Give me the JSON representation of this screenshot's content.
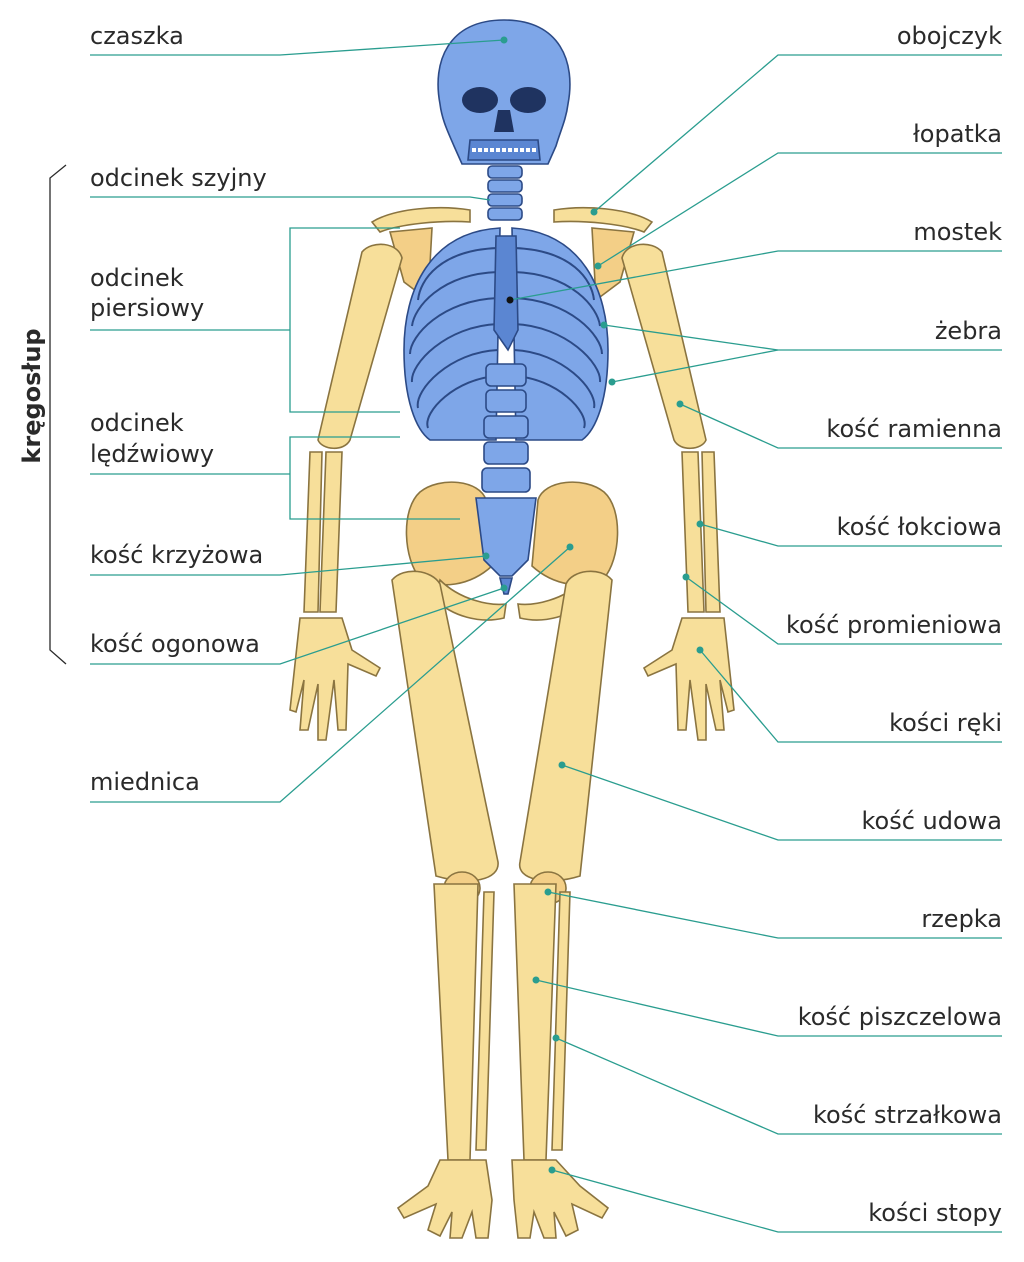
{
  "labels": {
    "czaszka": "czaszka",
    "odcinek_szyjny": "odcinek szyjny",
    "odcinek_piersiowy_1": "odcinek",
    "odcinek_piersiowy_2": "piersiowy",
    "odcinek_ledzwiowy_1": "odcinek",
    "odcinek_ledzwiowy_2": "lędźwiowy",
    "kosc_krzyzowa": "kość krzyżowa",
    "kosc_ogonowa": "kość ogonowa",
    "miednica": "miednica",
    "kregoslup": "kręgosłup",
    "obojczyk": "obojczyk",
    "lopatka": "łopatka",
    "mostek": "mostek",
    "zebra": "żebra",
    "kosc_ramienna": "kość ramienna",
    "kosc_lokciowa": "kość łokciowa",
    "kosc_promieniowa": "kość promieniowa",
    "kosci_reki": "kości ręki",
    "kosc_udowa": "kość udowa",
    "rzepka": "rzepka",
    "kosc_piszczelowa": "kość piszczelowa",
    "kosc_strzalkowa": "kość strzałkowa",
    "kosci_stopy": "kości stopy"
  },
  "colors": {
    "axial_skeleton": "#7ea6e8",
    "appendicular_skeleton": "#f7df9a",
    "leader_lines": "#2a9d8f"
  }
}
